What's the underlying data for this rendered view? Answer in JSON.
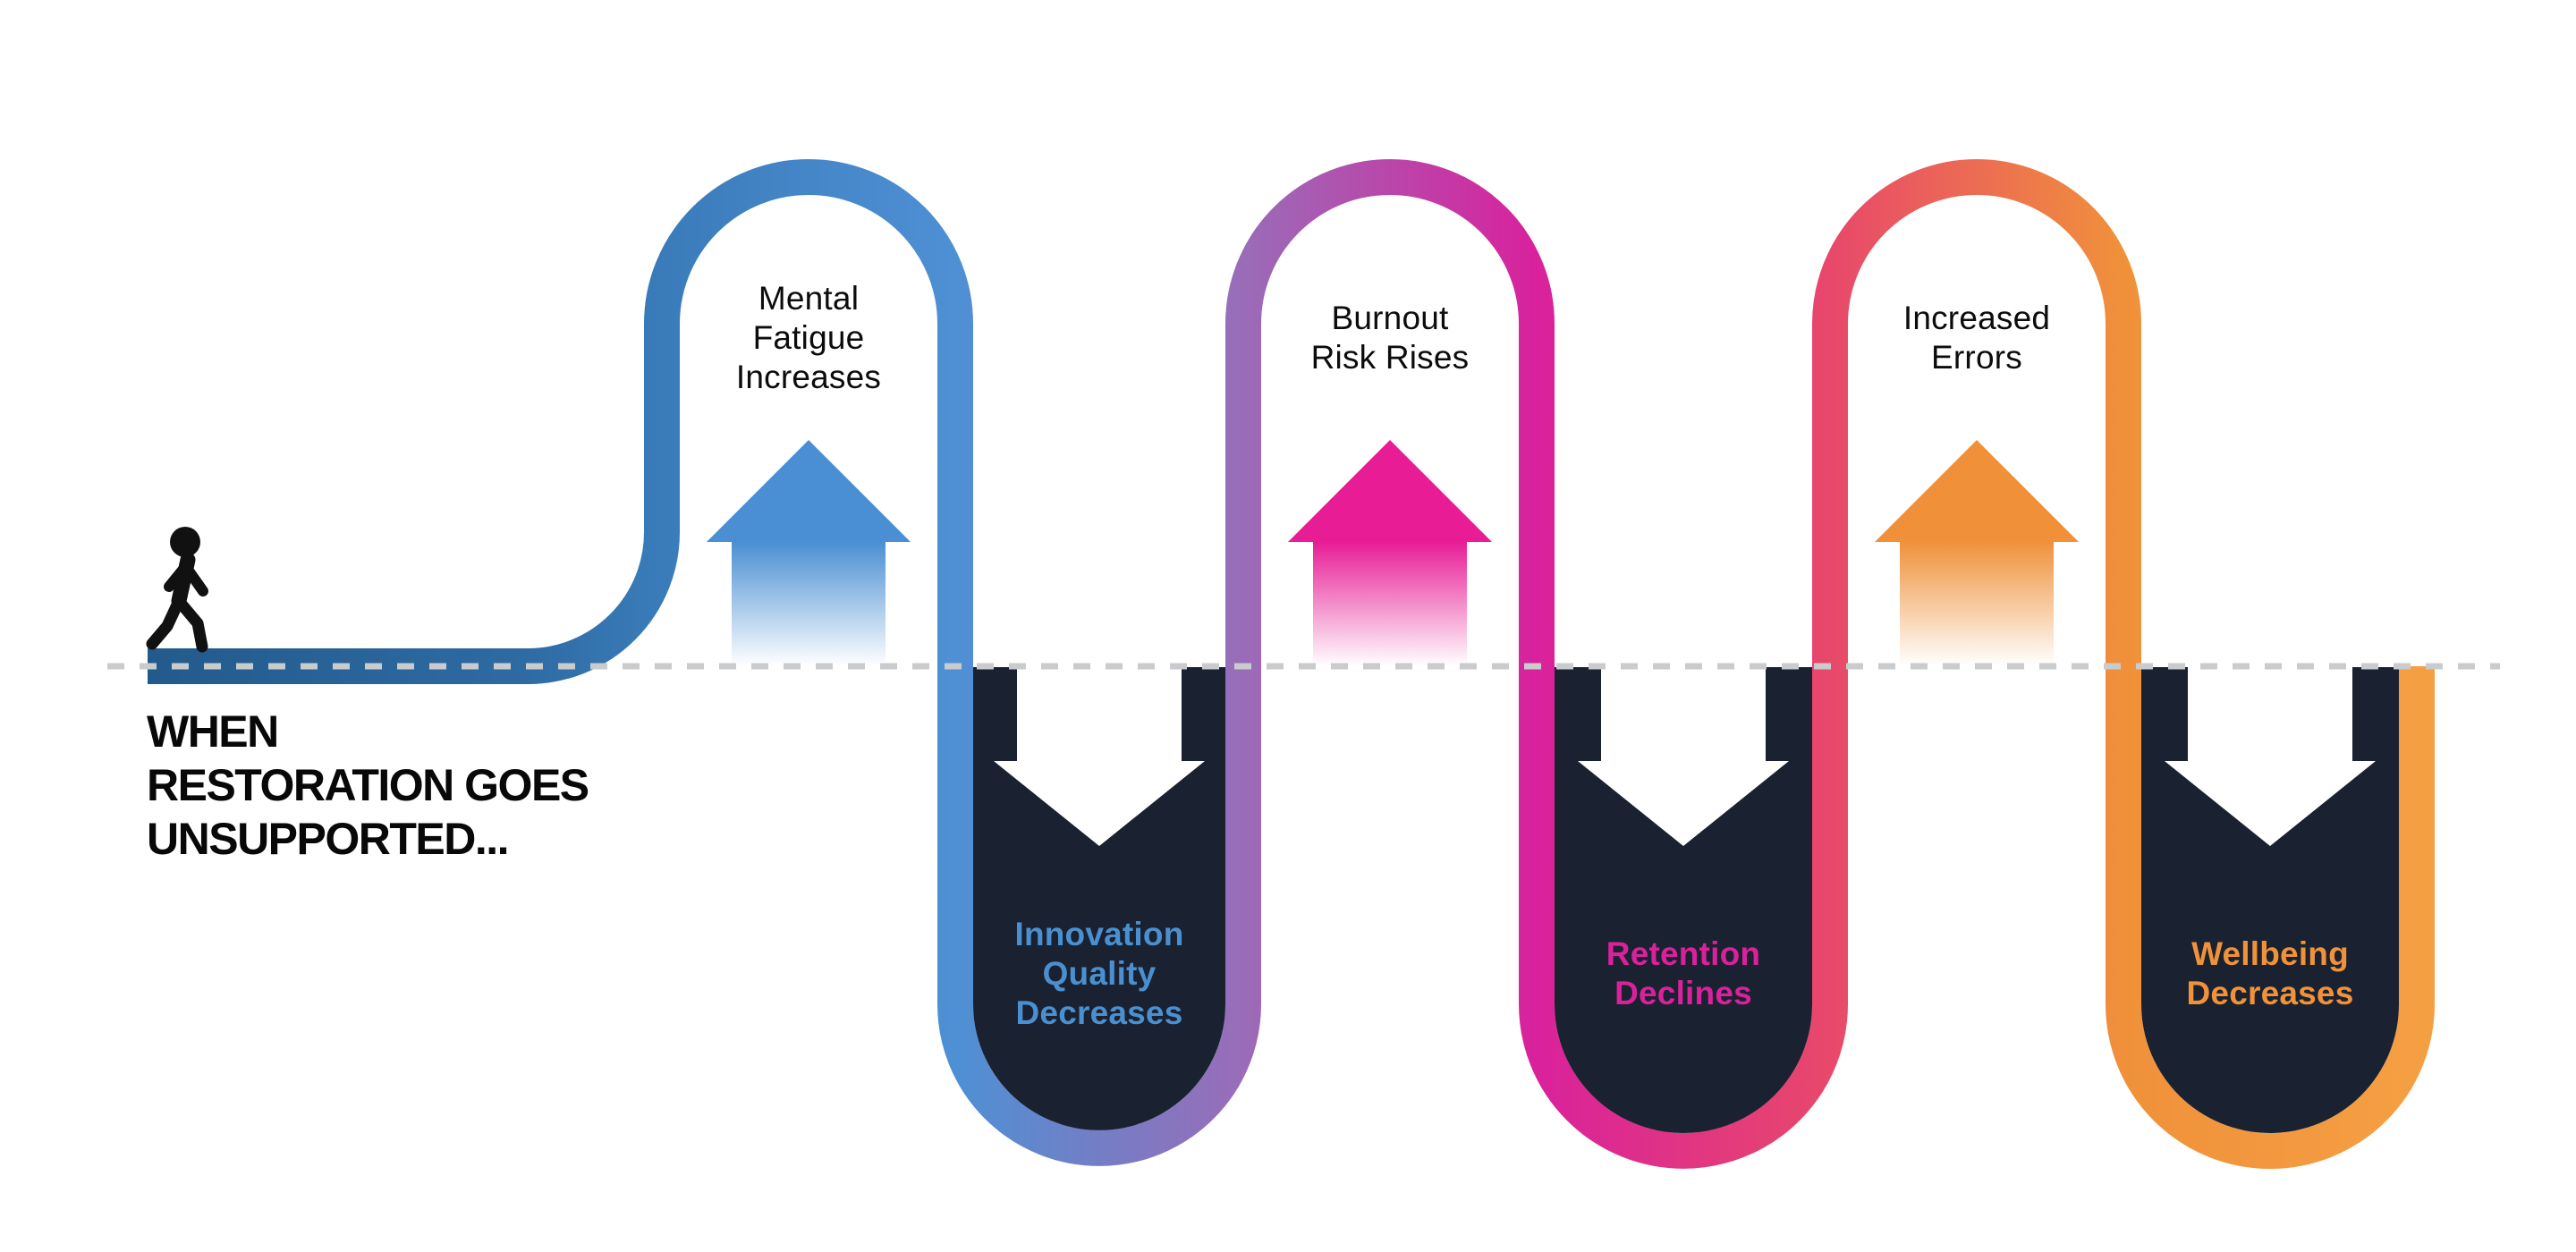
{
  "title": {
    "text": "WHEN\nRESTORATION GOES\nUNSUPPORTED..."
  },
  "stages": [
    {
      "id": "mental-fatigue",
      "direction": "up",
      "label": "Mental\nFatigue\nIncreases",
      "arrow": "up-arrow",
      "color": "#4a8fd3",
      "label_color": "#0c0c0c"
    },
    {
      "id": "innovation-quality",
      "direction": "down",
      "label": "Innovation\nQuality\nDecreases",
      "arrow": "down-arrow",
      "color": "#4a90d0",
      "label_color": "#4a90d0"
    },
    {
      "id": "burnout-risk",
      "direction": "up",
      "label": "Burnout\nRisk Rises",
      "arrow": "up-arrow",
      "color": "#e81d96",
      "label_color": "#0c0c0c"
    },
    {
      "id": "retention",
      "direction": "down",
      "label": "Retention\nDeclines",
      "arrow": "down-arrow",
      "color": "#d9219c",
      "label_color": "#d9219c"
    },
    {
      "id": "increased-errors",
      "direction": "up",
      "label": "Increased\nErrors",
      "arrow": "up-arrow",
      "color": "#f0913a",
      "label_color": "#0c0c0c"
    },
    {
      "id": "wellbeing",
      "direction": "down",
      "label": "Wellbeing\nDecreases",
      "arrow": "down-arrow",
      "color": "#f0913a",
      "label_color": "#f0923a"
    }
  ],
  "palette": {
    "path_start_blue": "#235a8c",
    "blue": "#4a8fd3",
    "purple": "#9a6cb8",
    "magenta": "#d9219c",
    "pink_red": "#e8486b",
    "orange": "#f0913a",
    "well_dark_navy": "#1a2130",
    "dashed_line_gray": "#c9cbcd",
    "down_arrow_white": "#ffffff",
    "person_black": "#111111"
  },
  "icons": {
    "walking_person": "walking-person-icon",
    "up_arrow": "up-arrow-icon",
    "down_arrow": "down-arrow-icon"
  }
}
